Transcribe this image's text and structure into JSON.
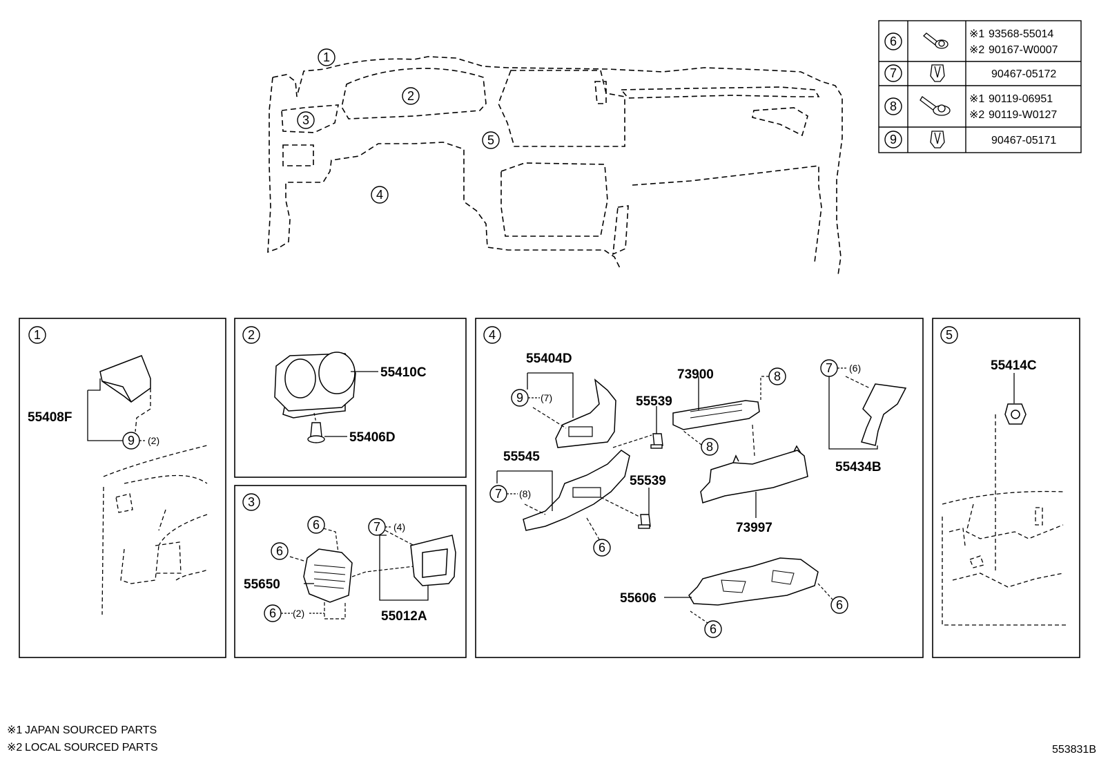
{
  "diagram_code": "553831B",
  "notes": [
    {
      "mark": "※1",
      "text": "JAPAN SOURCED PARTS"
    },
    {
      "mark": "※2",
      "text": "LOCAL SOURCED PARTS"
    }
  ],
  "overview": {
    "labels": [
      "1",
      "2",
      "3",
      "4",
      "5"
    ]
  },
  "fastener_table": [
    {
      "ref": "6",
      "icon": "bolt-washer-icon",
      "parts": [
        {
          "mark": "※1",
          "number": "93568-55014"
        },
        {
          "mark": "※2",
          "number": "90167-W0007"
        }
      ]
    },
    {
      "ref": "7",
      "icon": "clip-icon",
      "parts": [
        {
          "mark": "",
          "number": "90467-05172"
        }
      ]
    },
    {
      "ref": "8",
      "icon": "screw-washer-icon",
      "parts": [
        {
          "mark": "※1",
          "number": "90119-06951"
        },
        {
          "mark": "※2",
          "number": "90119-W0127"
        }
      ]
    },
    {
      "ref": "9",
      "icon": "clip-icon",
      "parts": [
        {
          "mark": "",
          "number": "90467-05171"
        }
      ]
    }
  ],
  "panels": {
    "p1": {
      "num": "1",
      "parts": {
        "cover": "55408F"
      },
      "callouts": {
        "clip": {
          "ref": "9",
          "qty": "(2)"
        }
      }
    },
    "p2": {
      "num": "2",
      "parts": {
        "cluster": "55410C",
        "clip": "55406D"
      }
    },
    "p3": {
      "num": "3",
      "parts": {
        "vent": "55650",
        "panel": "55012A"
      },
      "callouts": {
        "a": {
          "ref": "6"
        },
        "b": {
          "ref": "6"
        },
        "c": {
          "ref": "6",
          "qty": "(2)"
        },
        "d": {
          "ref": "7",
          "qty": "(4)"
        }
      }
    },
    "p4": {
      "num": "4",
      "parts": {
        "upper_cover": "55404D",
        "lower_panel": "55545",
        "switch_a": "55539",
        "switch_b": "55539",
        "pad": "73900",
        "brace": "73997",
        "knee_pad": "55606",
        "finisher": "55434B"
      },
      "callouts": {
        "a": {
          "ref": "9",
          "qty": "(7)"
        },
        "b": {
          "ref": "7",
          "qty": "(8)"
        },
        "c": {
          "ref": "6"
        },
        "d": {
          "ref": "8"
        },
        "e": {
          "ref": "8"
        },
        "f": {
          "ref": "7",
          "qty": "(6)"
        },
        "g": {
          "ref": "6"
        },
        "h": {
          "ref": "6"
        }
      }
    },
    "p5": {
      "num": "5",
      "parts": {
        "bracket": "55414C"
      }
    }
  }
}
